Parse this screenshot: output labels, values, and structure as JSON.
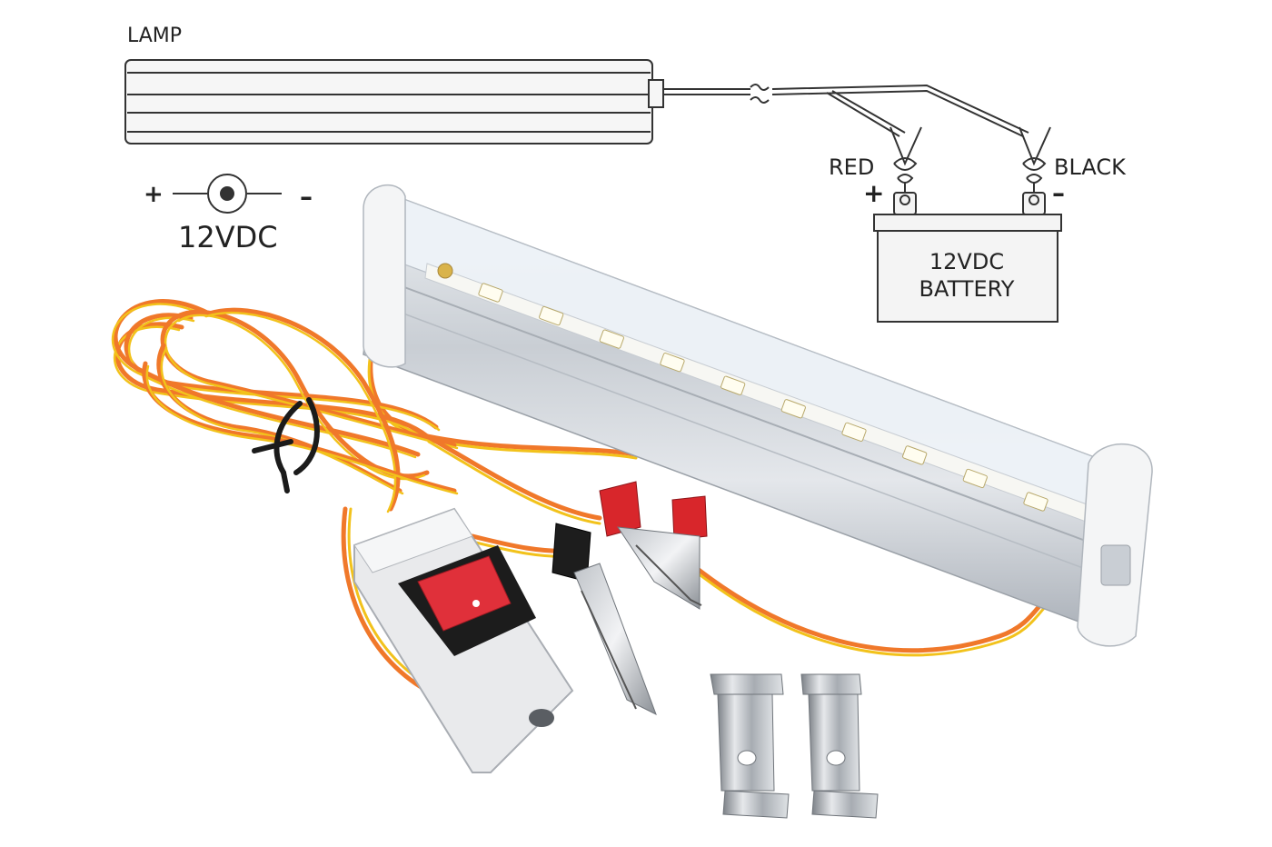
{
  "diagram": {
    "lamp_label": "LAMP",
    "connector": {
      "plus": "+",
      "minus": "–",
      "voltage": "12VDC"
    },
    "red_label": "RED",
    "black_label": "BLACK",
    "battery_plus": "+",
    "battery_minus": "–",
    "battery_line1": "12VDC",
    "battery_line2": "BATTERY"
  },
  "colors": {
    "wire_orange": "#f0782a",
    "wire_yellow": "#f2c21b",
    "clip_red": "#d8262b",
    "switch_red": "#e0303a",
    "aluminum": "#cfd3d8",
    "led": "#fffdf0"
  }
}
